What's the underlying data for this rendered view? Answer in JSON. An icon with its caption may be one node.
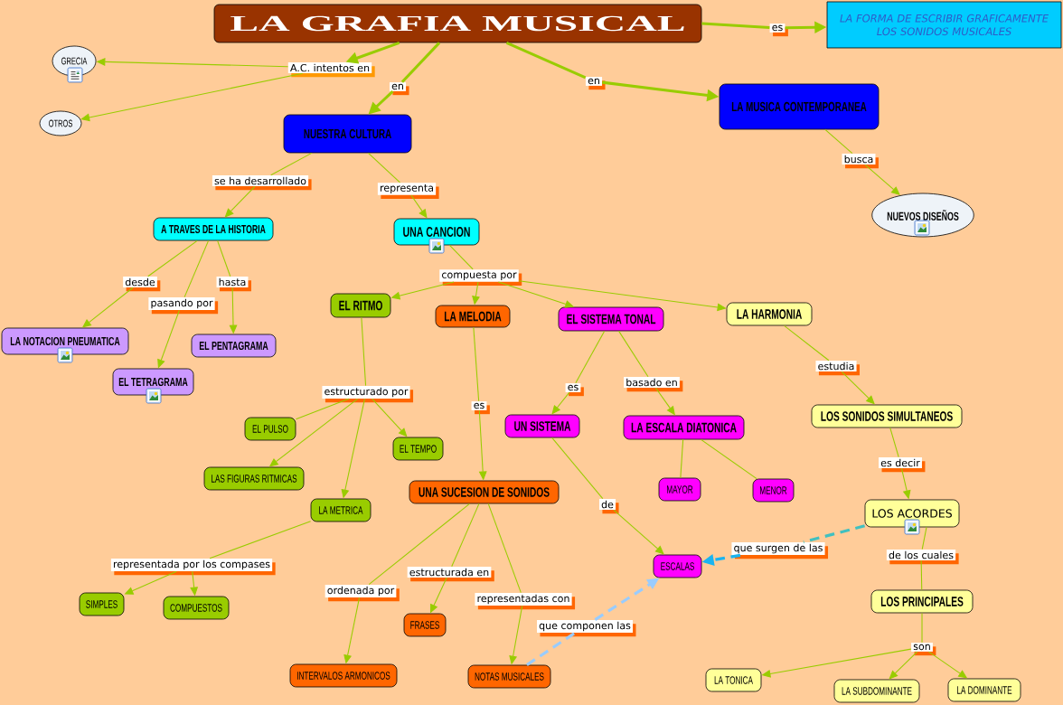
{
  "diagram": {
    "nodes": [
      {
        "text": [
          "LA GRAFIA MUSICAL"
        ]
      },
      {
        "text": [
          "es"
        ]
      },
      {
        "text": [
          "LA FORMA DE ESCRIBIR GRAFICAMENTE LOS SONIDOS MUSICALES"
        ]
      },
      {
        "text": [
          "GRECIA"
        ]
      },
      {
        "text": [
          "A.C. intentos en"
        ]
      },
      {
        "text": [
          "en"
        ]
      },
      {
        "text": [
          "en"
        ]
      },
      {
        "text": [
          "LA MUSICA CONTEMPORANEA"
        ]
      },
      {
        "text": [
          "OTROS"
        ]
      },
      {
        "text": [
          "NUESTRA CULTURA"
        ]
      },
      {
        "text": [
          "busca"
        ]
      },
      {
        "text": [
          "se ha desarrollado"
        ]
      },
      {
        "text": [
          "representa"
        ]
      },
      {
        "text": [
          "NUEVOS DISEÑOS"
        ]
      },
      {
        "text": [
          "A TRAVES DE LA HISTORIA"
        ]
      },
      {
        "text": [
          "UNA CANCION"
        ]
      },
      {
        "text": [
          "compuesta por"
        ]
      },
      {
        "text": [
          "desde"
        ]
      },
      {
        "text": [
          "hasta"
        ]
      },
      {
        "text": [
          "EL RITMO"
        ]
      },
      {
        "text": [
          "LA MELODIA"
        ]
      },
      {
        "text": [
          "EL SISTEMA TONAL"
        ]
      },
      {
        "text": [
          "LA HARMONIA"
        ]
      },
      {
        "text": [
          "pasando por"
        ]
      },
      {
        "text": [
          "LA NOTACION PNEUMATICA"
        ]
      },
      {
        "text": [
          "EL PENTAGRAMA"
        ]
      },
      {
        "text": [
          "estudia"
        ]
      },
      {
        "text": [
          "EL TETRAGRAMA"
        ]
      },
      {
        "text": [
          "basado en"
        ]
      },
      {
        "text": [
          "es"
        ]
      },
      {
        "text": [
          "estructurado por"
        ]
      },
      {
        "text": [
          "es"
        ]
      },
      {
        "text": [
          "LOS SONIDOS SIMULTANEOS"
        ]
      },
      {
        "text": [
          "UN SISTEMA"
        ]
      },
      {
        "text": [
          "LA ESCALA DIATONICA"
        ]
      },
      {
        "text": [
          "EL PULSO"
        ]
      },
      {
        "text": [
          "EL TEMPO"
        ]
      },
      {
        "text": [
          "es decir"
        ]
      },
      {
        "text": [
          "LAS FIGURAS RITMICAS"
        ]
      },
      {
        "text": [
          "MAYOR"
        ]
      },
      {
        "text": [
          "MENOR"
        ]
      },
      {
        "text": [
          "UNA SUCESION DE SONIDOS"
        ]
      },
      {
        "text": [
          "LA METRICA"
        ]
      },
      {
        "text": [
          "LOS ACORDES"
        ]
      },
      {
        "text": [
          "de"
        ]
      },
      {
        "text": [
          "que surgen de las"
        ]
      },
      {
        "text": [
          "de los cuales"
        ]
      },
      {
        "text": [
          "ESCALAS"
        ]
      },
      {
        "text": [
          "representada por los compases"
        ]
      },
      {
        "text": [
          "estructurada en"
        ]
      },
      {
        "text": [
          "ordenada por"
        ]
      },
      {
        "text": [
          "SIMPLES"
        ]
      },
      {
        "text": [
          "COMPUESTOS"
        ]
      },
      {
        "text": [
          "LOS PRINCIPALES"
        ]
      },
      {
        "text": [
          "representadas con"
        ]
      },
      {
        "text": [
          "FRASES"
        ]
      },
      {
        "text": [
          "que componen las"
        ]
      },
      {
        "text": [
          "son"
        ]
      },
      {
        "text": [
          "LA TONICA"
        ]
      },
      {
        "text": [
          "INTERVALOS ARMONICOS"
        ]
      },
      {
        "text": [
          "NOTAS MUSICALES"
        ]
      },
      {
        "text": [
          "LA SUBDOMINANTE"
        ]
      },
      {
        "text": [
          "LA DOMINANTE"
        ]
      }
    ],
    "edges": [
      {
        "from": 0,
        "to": 1,
        "arrow": "none",
        "style": "thick"
      },
      {
        "from": 1,
        "to": 2,
        "arrow": "to",
        "style": "thick"
      },
      {
        "from": 0,
        "to": 4,
        "arrow": "to",
        "style": "thick"
      },
      {
        "from": 4,
        "to": 3,
        "arrow": "to"
      },
      {
        "from": 4,
        "to": 8,
        "arrow": "to"
      },
      {
        "from": 0,
        "to": 5,
        "arrow": "none",
        "style": "thick"
      },
      {
        "from": 5,
        "to": 9,
        "arrow": "to",
        "style": "thick"
      },
      {
        "from": 0,
        "to": 6,
        "arrow": "none",
        "style": "thick"
      },
      {
        "from": 6,
        "to": 7,
        "arrow": "to",
        "style": "thick"
      },
      {
        "from": 7,
        "to": 10,
        "arrow": "none"
      },
      {
        "from": 10,
        "to": 13,
        "arrow": "to"
      },
      {
        "from": 9,
        "to": 11,
        "arrow": "none"
      },
      {
        "from": 11,
        "to": 14,
        "arrow": "to"
      },
      {
        "from": 9,
        "to": 12,
        "arrow": "none"
      },
      {
        "from": 12,
        "to": 15,
        "arrow": "to"
      },
      {
        "from": 14,
        "to": 17,
        "arrow": "none"
      },
      {
        "from": 17,
        "to": 24,
        "arrow": "to"
      },
      {
        "from": 14,
        "to": 23,
        "arrow": "none"
      },
      {
        "from": 23,
        "to": 27,
        "arrow": "to"
      },
      {
        "from": 14,
        "to": 18,
        "arrow": "none"
      },
      {
        "from": 18,
        "to": 25,
        "arrow": "to"
      },
      {
        "from": 15,
        "to": 16,
        "arrow": "none"
      },
      {
        "from": 16,
        "to": 19,
        "arrow": "to"
      },
      {
        "from": 16,
        "to": 20,
        "arrow": "to"
      },
      {
        "from": 16,
        "to": 21,
        "arrow": "to"
      },
      {
        "from": 16,
        "to": 22,
        "arrow": "to"
      },
      {
        "from": 19,
        "to": 30,
        "arrow": "none"
      },
      {
        "from": 30,
        "to": 35,
        "arrow": "none"
      },
      {
        "from": 30,
        "to": 36,
        "arrow": "to"
      },
      {
        "from": 30,
        "to": 38,
        "arrow": "to"
      },
      {
        "from": 30,
        "to": 42,
        "arrow": "to"
      },
      {
        "from": 42,
        "to": 48,
        "arrow": "none"
      },
      {
        "from": 48,
        "to": 51,
        "arrow": "to"
      },
      {
        "from": 48,
        "to": 52,
        "arrow": "to"
      },
      {
        "from": 20,
        "to": 31,
        "arrow": "none"
      },
      {
        "from": 31,
        "to": 41,
        "arrow": "to"
      },
      {
        "from": 41,
        "to": 50,
        "arrow": "none"
      },
      {
        "from": 50,
        "to": 59,
        "arrow": "to"
      },
      {
        "from": 41,
        "to": 49,
        "arrow": "none"
      },
      {
        "from": 49,
        "to": 55,
        "arrow": "to"
      },
      {
        "from": 41,
        "to": 54,
        "arrow": "none"
      },
      {
        "from": 54,
        "to": 60,
        "arrow": "to"
      },
      {
        "from": 60,
        "to": 56,
        "arrow": "none",
        "style": "dashed",
        "color": "#99ccff"
      },
      {
        "from": 56,
        "to": 47,
        "arrow": "to",
        "style": "dashed",
        "color": "#99ccff"
      },
      {
        "from": 21,
        "to": 29,
        "arrow": "none"
      },
      {
        "from": 29,
        "to": 33,
        "arrow": "to"
      },
      {
        "from": 21,
        "to": 28,
        "arrow": "none"
      },
      {
        "from": 28,
        "to": 34,
        "arrow": "to"
      },
      {
        "from": 33,
        "to": 44,
        "arrow": "none"
      },
      {
        "from": 44,
        "to": 47,
        "arrow": "to"
      },
      {
        "from": 34,
        "to": 39,
        "arrow": "none"
      },
      {
        "from": 34,
        "to": 40,
        "arrow": "none"
      },
      {
        "from": 22,
        "to": 26,
        "arrow": "none"
      },
      {
        "from": 26,
        "to": 32,
        "arrow": "to"
      },
      {
        "from": 32,
        "to": 37,
        "arrow": "none"
      },
      {
        "from": 37,
        "to": 43,
        "arrow": "to"
      },
      {
        "from": 43,
        "to": 45,
        "arrow": "none",
        "style": "dashed",
        "color": "#40c0c0"
      },
      {
        "from": 45,
        "to": 47,
        "arrow": "to",
        "style": "dashed",
        "color": "#1ab4f0"
      },
      {
        "from": 43,
        "to": 46,
        "arrow": "none"
      },
      {
        "from": 46,
        "to": 53,
        "arrow": "none"
      },
      {
        "from": 53,
        "to": 57,
        "arrow": "none"
      },
      {
        "from": 57,
        "to": 58,
        "arrow": "to"
      },
      {
        "from": 57,
        "to": 61,
        "arrow": "to"
      },
      {
        "from": 57,
        "to": 62,
        "arrow": "to"
      }
    ]
  }
}
